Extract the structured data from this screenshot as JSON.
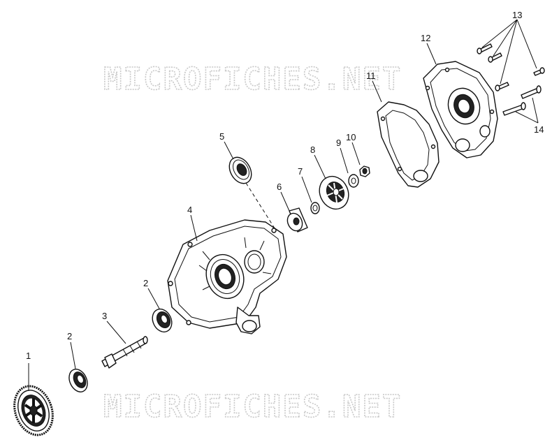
{
  "watermarks": [
    "MICROFICHES.NET",
    "MICROFICHES.NET"
  ],
  "callouts": [
    "1",
    "2",
    "3",
    "2",
    "4",
    "5",
    "6",
    "7",
    "8",
    "9",
    "10",
    "11",
    "12",
    "13",
    "14"
  ]
}
